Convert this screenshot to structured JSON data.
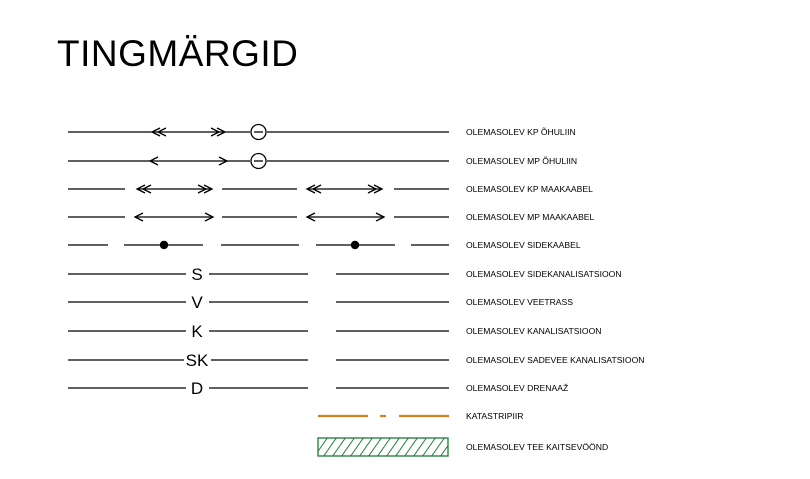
{
  "title": "TINGMÄRGID",
  "colors": {
    "cadastral": "#d4821f",
    "protection_zone": "#1e7a35"
  },
  "legend": [
    {
      "label": "OLEMASOLEV KP ÕHULIIN"
    },
    {
      "label": "OLEMASOLEV MP ÕHULIIN"
    },
    {
      "label": "OLEMASOLEV KP MAAKAABEL"
    },
    {
      "label": "OLEMASOLEV MP MAAKAABEL"
    },
    {
      "label": "OLEMASOLEV SIDEKAABEL"
    },
    {
      "label": "OLEMASOLEV SIDEKANALISATSIOON",
      "code": "S"
    },
    {
      "label": "OLEMASOLEV VEETRASS",
      "code": "V"
    },
    {
      "label": "OLEMASOLEV KANALISATSIOON",
      "code": "K"
    },
    {
      "label": "OLEMASOLEV SADEVEE KANALISATSIOON",
      "code": "SK"
    },
    {
      "label": "OLEMASOLEV DRENAAŽ",
      "code": "D"
    },
    {
      "label": "KATASTRIPIIR"
    },
    {
      "label": "OLEMASOLEV TEE KAITSEVÖÖND"
    }
  ]
}
